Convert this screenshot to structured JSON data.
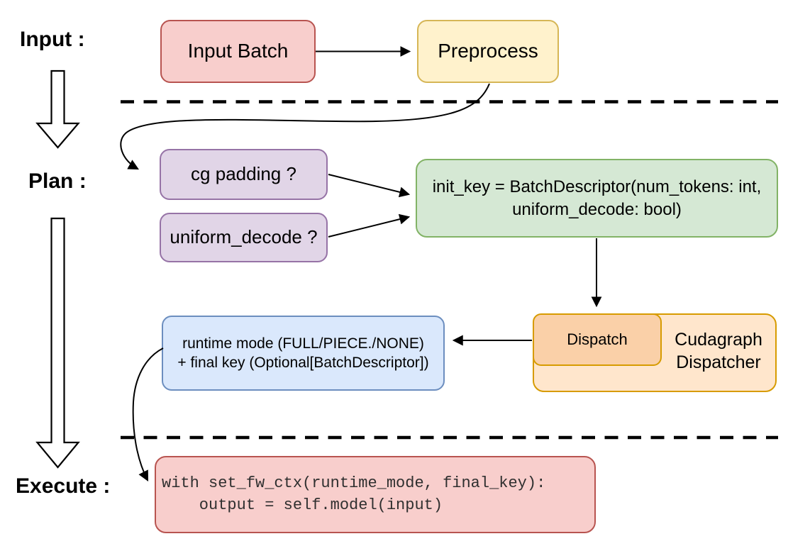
{
  "stages": {
    "input": "Input :",
    "plan": "Plan :",
    "execute": "Execute :"
  },
  "nodes": {
    "input_batch": {
      "label": "Input Batch"
    },
    "preprocess": {
      "label": "Preprocess"
    },
    "cg_padding": {
      "label": "cg padding ?"
    },
    "uniform_decode": {
      "label": "uniform_decode ?"
    },
    "init_key": {
      "line1": "init_key = BatchDescriptor(num_tokens: int,",
      "line2": "uniform_decode: bool)"
    },
    "runtime_mode": {
      "line1": "runtime mode (FULL/PIECE./NONE)",
      "line2": "+ final key (Optional[BatchDescriptor])"
    },
    "dispatch": {
      "label": "Dispatch"
    },
    "cudagraph_dispatcher": {
      "line1": "Cudagraph",
      "line2": "Dispatcher"
    },
    "execute_code": {
      "line1": "with set_fw_ctx(runtime_mode, final_key):",
      "line2": "    output = self.model(input)"
    }
  },
  "colors": {
    "red_fill": "#f8cecc",
    "red_stroke": "#b85450",
    "yellow_fill": "#fff2cc",
    "yellow_stroke": "#d6b656",
    "purple_fill": "#e1d5e7",
    "purple_stroke": "#9673a6",
    "green_fill": "#d5e8d4",
    "green_stroke": "#82b366",
    "blue_fill": "#dae8fc",
    "blue_stroke": "#6c8ebf",
    "orange_fill": "#ffe6cc",
    "orange_inner_fill": "#fad0a8",
    "orange_stroke": "#d79b00",
    "connector": "#000000"
  }
}
